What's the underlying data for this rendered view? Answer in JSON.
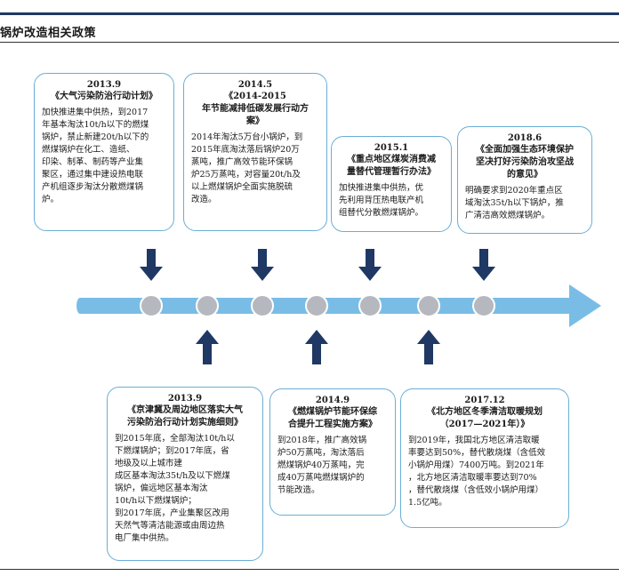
{
  "header": {
    "title": "锅炉改造相关政策"
  },
  "colors": {
    "navy": "#1f3864",
    "card_border": "#6aaed6",
    "timeline": "#79bde6",
    "node": "#b5b9bf"
  },
  "events_top": [
    {
      "date": "2013.9",
      "name": "《大气污染防治行动计划》",
      "body": "加快推进集中供热，到2017\n年基本淘汰10t/h以下的燃煤\n锅炉，禁止新建20t/h以下的\n燃煤锅炉在化工、造纸、\n印染、制革、制药等产业集\n聚区，通过集中建设热电联\n产机组逐步淘汰分散燃煤锅\n炉。"
    },
    {
      "date": "2014.5",
      "name": "《2014-2015\n年节能减排低碳发展行动方\n案》",
      "body": "2014年淘汰5万台小锅炉，到\n2015年底淘汰落后锅炉20万\n蒸吨，推广高效节能环保锅\n炉25万蒸吨，对容量20t/h及\n以上燃煤锅炉全面实施脱硫\n改造。"
    },
    {
      "date": "2015.1",
      "name": "《重点地区煤炭消费减\n量替代管理暂行办法》",
      "body": "加快推进集中供热，优\n先利用背压热电联产机\n组替代分散燃煤锅炉。"
    },
    {
      "date": "2018.6",
      "name": "《全面加强生态环境保护\n坚决打好污染防治攻坚战\n的意见》",
      "body": "明确要求到2020年重点区\n域淘汰35t/h以下锅炉，推\n广清洁高效燃煤锅炉。"
    }
  ],
  "events_bottom": [
    {
      "date": "2013.9",
      "name": "《京津冀及周边地区落实大气\n污染防治行动计划实施细则》",
      "body": "到2015年底，全部淘汰10t/h以\n下燃煤锅炉；到2017年底，省\n地级及以上城市建\n成区基本淘汰35t/h及以下燃煤\n锅炉，偏远地区基本淘汰\n10t/h以下燃煤锅炉；\n到2017年底，产业集聚区改用\n天然气等清洁能源或由周边热\n电厂集中供热。"
    },
    {
      "date": "2014.9",
      "name": "《燃煤锅炉节能环保综\n合提升工程实施方案》",
      "body": "到2018年，推广高效锅\n炉50万蒸吨，淘汰落后\n燃煤锅炉40万蒸吨，完\n成40万蒸吨燃煤锅炉的\n节能改造。"
    },
    {
      "date": "2017.12",
      "name": "《北方地区冬季清洁取暖规划\n（2017—2021年）》",
      "body": "到2019年，我国北方地区清洁取暖\n率要达到50%，替代散烧煤（含低效\n小锅炉用煤）7400万吨。到2021年\n，北方地区清洁取暖率要达到70%\n，替代散烧煤（含低效小锅炉用煤）\n1.5亿吨。"
    }
  ]
}
